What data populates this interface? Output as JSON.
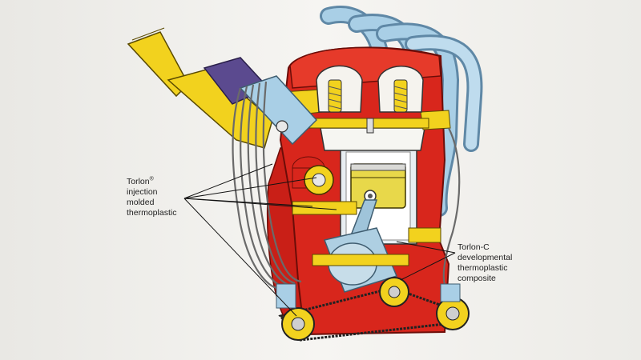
{
  "labels": {
    "torlon": {
      "line1": "Torlon",
      "mark": "®",
      "line2": "injection",
      "line3": "molded",
      "line4": "thermoplastic"
    },
    "torlon_c": {
      "line1": "Torlon-C",
      "line2": "developmental",
      "line3": "thermoplastic",
      "line4": "composite"
    }
  },
  "colors": {
    "engine_red": "#d8261c",
    "part_yellow": "#f2d21e",
    "steel_blue": "#a9cfe6",
    "intake_purple": "#5b4a8f",
    "background": "#f1f0ec"
  }
}
